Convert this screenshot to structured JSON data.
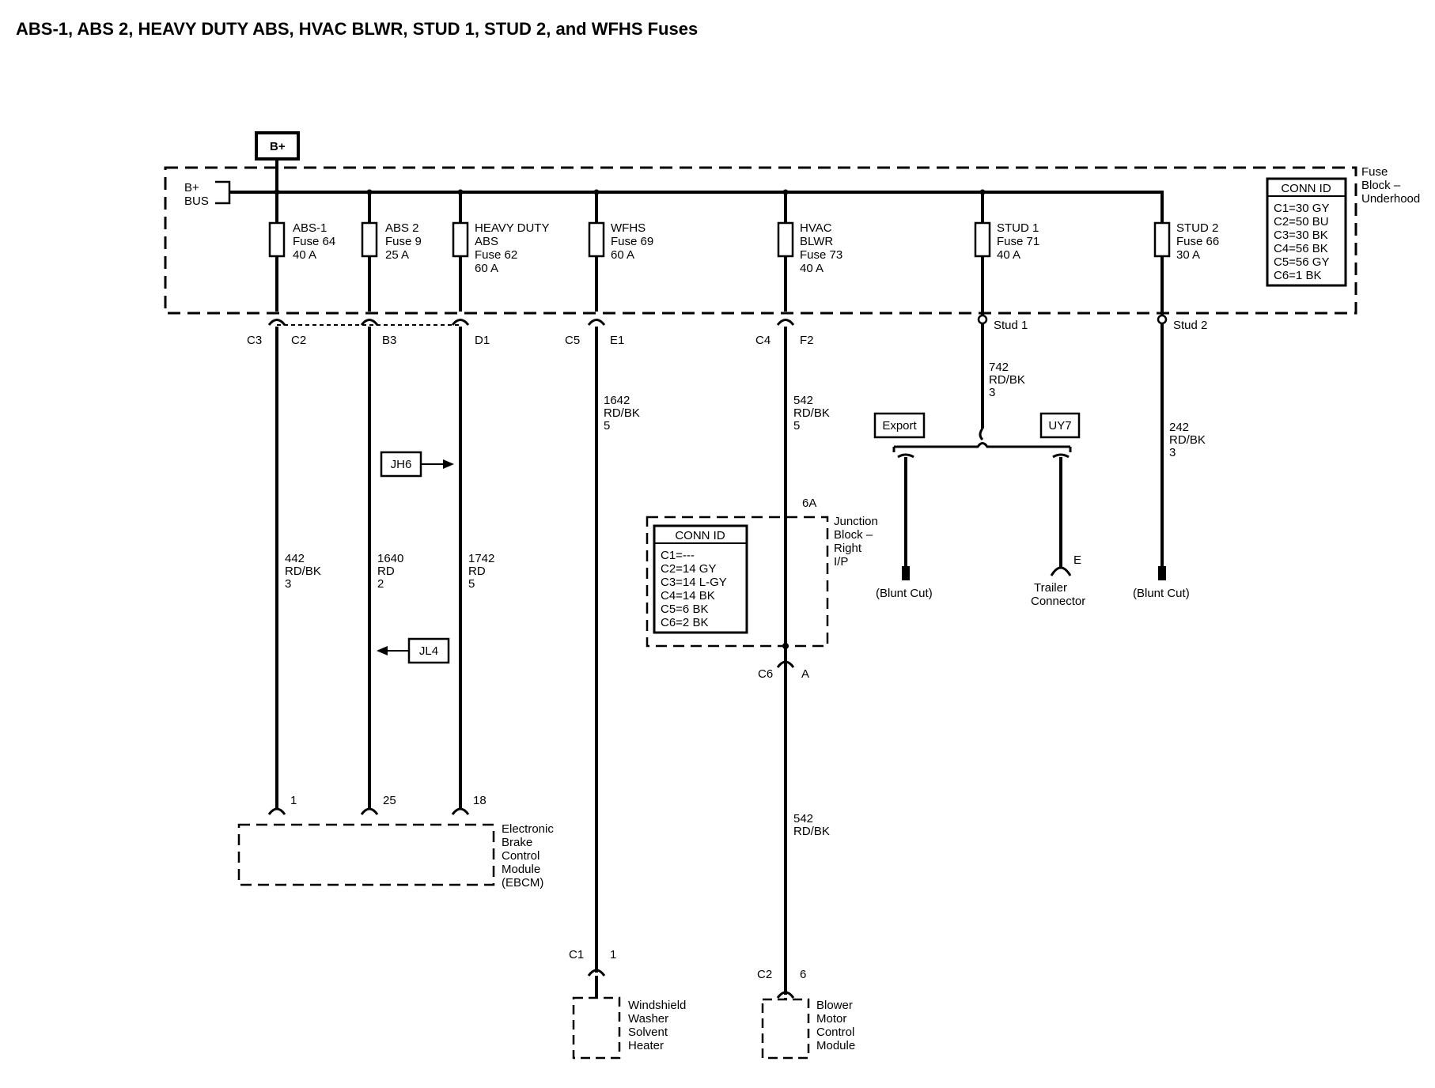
{
  "title": "ABS-1, ABS 2, HEAVY DUTY ABS, HVAC BLWR, STUD 1, STUD 2, and WFHS Fuses",
  "power_source": "B+",
  "bus": {
    "line1": "B+",
    "line2": "BUS"
  },
  "fuse_block": {
    "name": [
      "Fuse",
      "Block –",
      "Underhood"
    ],
    "conn_id_title": "CONN ID",
    "conn_ids": [
      "C1=30 GY",
      "C2=50 BU",
      "C3=30 BK",
      "C4=56 BK",
      "C5=56 GY",
      "C6=1 BK"
    ]
  },
  "fuses": [
    {
      "lines": [
        "ABS-1",
        "Fuse 64",
        "40 A"
      ]
    },
    {
      "lines": [
        "ABS 2",
        "Fuse 9",
        "25 A"
      ]
    },
    {
      "lines": [
        "HEAVY DUTY",
        "ABS",
        "Fuse 62",
        "60 A"
      ]
    },
    {
      "lines": [
        "WFHS",
        "Fuse 69",
        "60 A"
      ]
    },
    {
      "lines": [
        "HVAC",
        "BLWR",
        "Fuse 73",
        "40 A"
      ]
    },
    {
      "lines": [
        "STUD 1",
        "Fuse 71",
        "40 A"
      ]
    },
    {
      "lines": [
        "STUD 2",
        "Fuse 66",
        "30 A"
      ]
    }
  ],
  "connectors": {
    "c3": "C3",
    "c2": "C2",
    "b3": "B3",
    "d1": "D1",
    "c5": "C5",
    "e1": "E1",
    "c4": "C4",
    "f2": "F2",
    "stud1": "Stud 1",
    "stud2": "Stud 2",
    "jb_6a": "6A",
    "c6": "C6",
    "a": "A",
    "ebcm_1": "1",
    "ebcm_25": "25",
    "ebcm_18": "18",
    "wash_c1": "C1",
    "wash_1": "1",
    "blow_c2": "C2",
    "blow_6": "6",
    "trailer_e": "E"
  },
  "wires": {
    "w442": [
      "442",
      "RD/BK",
      "3"
    ],
    "w1640": [
      "1640",
      "RD",
      "2"
    ],
    "w1742": [
      "1742",
      "RD",
      "5"
    ],
    "w1642": [
      "1642",
      "RD/BK",
      "5"
    ],
    "w542a": [
      "542",
      "RD/BK",
      "5"
    ],
    "w542b": [
      "542",
      "RD/BK"
    ],
    "w742": [
      "742",
      "RD/BK",
      "3"
    ],
    "w242": [
      "242",
      "RD/BK",
      "3"
    ]
  },
  "refs": {
    "jh6": "JH6",
    "jl4": "JL4",
    "export": "Export",
    "uy7": "UY7"
  },
  "junction_block": {
    "name": [
      "Junction",
      "Block –",
      "Right",
      "I/P"
    ],
    "conn_id_title": "CONN ID",
    "conn_ids": [
      "C1=---",
      "C2=14 GY",
      "C3=14 L-GY",
      "C4=14 BK",
      "C5=6 BK",
      "C6=2 BK"
    ]
  },
  "components": {
    "ebcm": [
      "Electronic",
      "Brake",
      "Control",
      "Module",
      "(EBCM)"
    ],
    "washer": [
      "Windshield",
      "Washer",
      "Solvent",
      "Heater"
    ],
    "blower": [
      "Blower",
      "Motor",
      "Control",
      "Module"
    ],
    "blunt_cut_1": "(Blunt Cut)",
    "blunt_cut_2": "(Blunt Cut)",
    "trailer": [
      "Trailer",
      "Connector"
    ]
  }
}
